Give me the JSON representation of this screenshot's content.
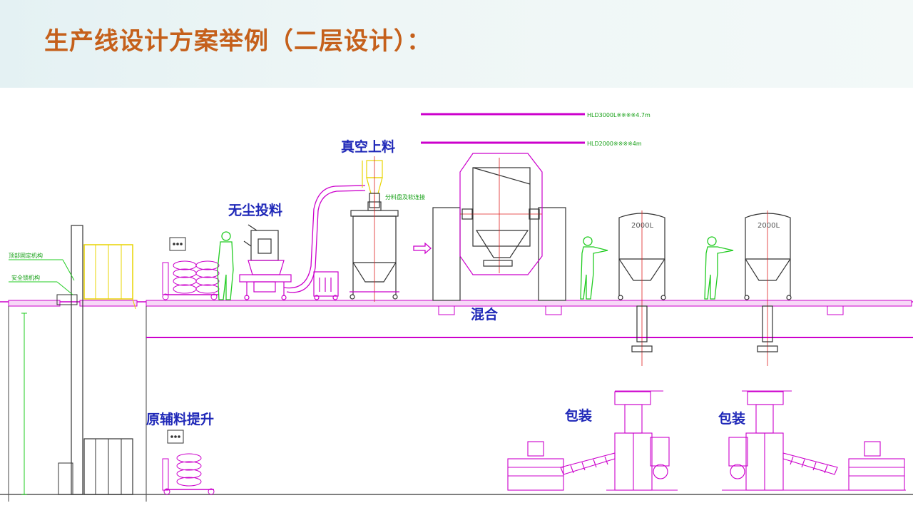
{
  "title": "生产线设计方案举例（二层设计）：",
  "labels": {
    "vacuum_feeding": "真空上料",
    "dustfree_feeding": "无尘投料",
    "mixing": "混合",
    "raw_material_lift": "原辅料提升",
    "packaging_1": "包装",
    "packaging_2": "包装",
    "hld3000": "HLD3000L※※※※4.7m",
    "hld2000": "HLD2000※※※※4m",
    "splitter_note": "分料盘及软连接",
    "tank1": "2000L",
    "tank2": "2000L",
    "side_note_1": "顶部固定机构",
    "side_note_2": "安全锁机构"
  },
  "colors": {
    "title": "#c5601b",
    "label_blue": "#1f28b8",
    "equipment": "#333333",
    "magenta": "#cc00cc",
    "green": "#22cc22",
    "yellow": "#e8d400",
    "red_axis": "#e02020"
  }
}
